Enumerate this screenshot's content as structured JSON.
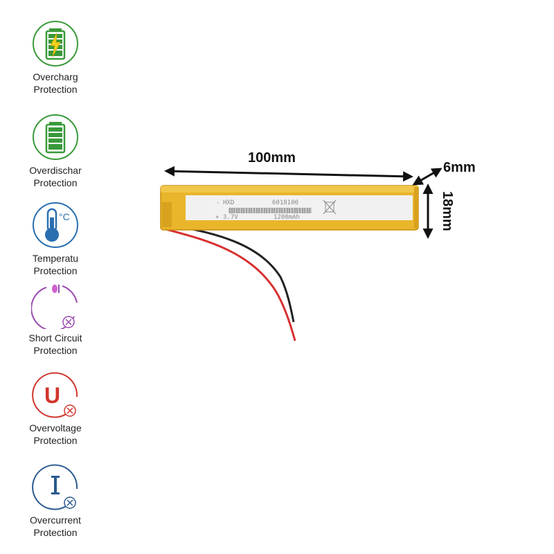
{
  "features": [
    {
      "line1": "Overcharg",
      "line2": "Protection",
      "icon": "battery-bolt-icon",
      "color": "#3a9a3a"
    },
    {
      "line1": "Overdischar",
      "line2": "Protection",
      "icon": "battery-full-icon",
      "color": "#3a9a3a"
    },
    {
      "line1": "Temperatu",
      "line2": "Protection",
      "icon": "thermometer-celsius-icon",
      "color": "#2a6fb0"
    },
    {
      "line1": "Short Circuit",
      "line2": "Protection",
      "icon": "short-circuit-icon",
      "color": "#9a4ab0"
    },
    {
      "line1": "Overvoltage",
      "line2": "Protection",
      "icon": "voltage-u-icon",
      "color": "#d0342c"
    },
    {
      "line1": "Overcurrent",
      "line2": "Protection",
      "icon": "current-i-icon",
      "color": "#2a5a90"
    }
  ],
  "dimensions": {
    "length": "100mm",
    "thickness": "6mm",
    "width": "18mm"
  },
  "battery_label": {
    "minus": "-",
    "brand": "HXD",
    "model": "6018100",
    "plus": "+",
    "voltage": "3.7V",
    "capacity": "1200mAh"
  },
  "colors": {
    "battery_body": "#e9b52a",
    "battery_edge": "#c98f10",
    "label": "#f1f1f1",
    "wire_red": "#d83030",
    "wire_black": "#222222"
  }
}
